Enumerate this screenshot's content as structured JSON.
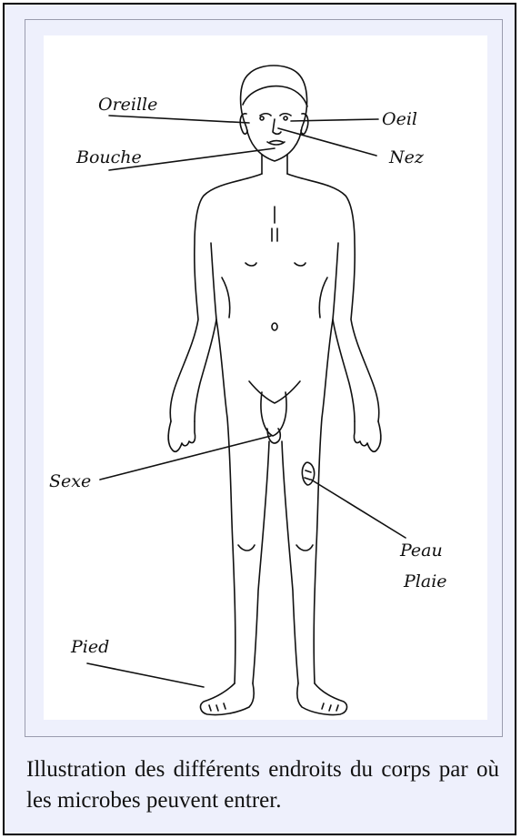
{
  "figure": {
    "labels": {
      "ear": "Oreille",
      "eye": "Oeil",
      "mouth": "Bouche",
      "nose": "Nez",
      "genitals": "Sexe",
      "skin": "Peau",
      "wound": "Plaie",
      "foot": "Pied"
    }
  },
  "caption": "Illustration des différents endroits du corps par où les microbes peuvent entrer."
}
